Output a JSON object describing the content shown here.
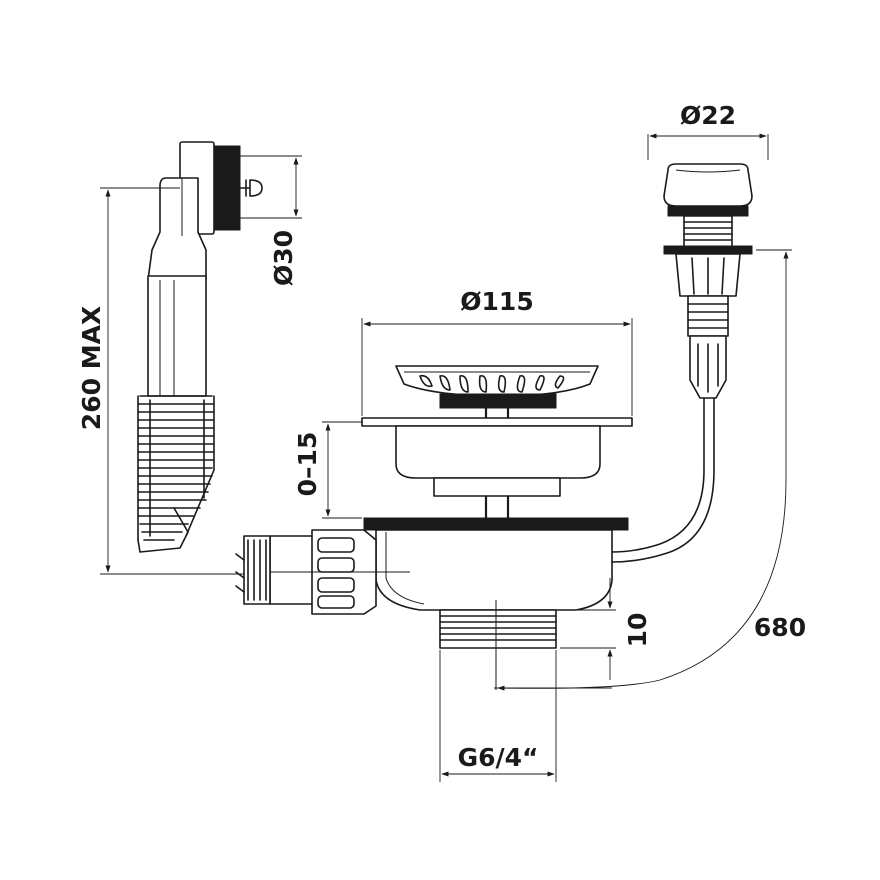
{
  "dimensions": {
    "height_max": "260 MAX",
    "overflow_diameter": "Ø30",
    "strainer_diameter": "Ø115",
    "adjust_range": "0–15",
    "button_diameter": "Ø22",
    "thread_height": "10",
    "cable_length": "680",
    "thread_size": "G6/4“"
  }
}
